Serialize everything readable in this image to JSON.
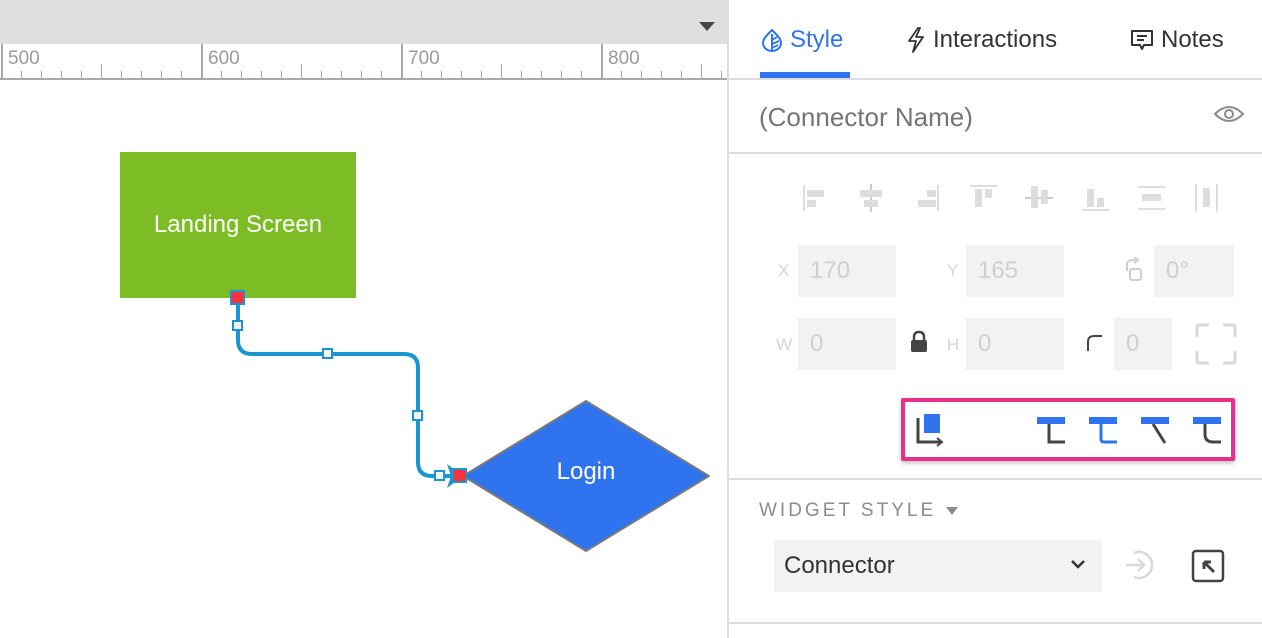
{
  "canvas": {
    "ruler": {
      "labels": [
        "500",
        "600",
        "700",
        "800"
      ]
    },
    "nodes": {
      "landing": {
        "label": "Landing Screen",
        "color": "#7cbd25"
      },
      "login": {
        "label": "Login",
        "color": "#2f73ee"
      }
    },
    "connector": {
      "color": "#1a95d0",
      "endpoint_color": "#f5333f"
    }
  },
  "panel": {
    "tabs": [
      {
        "label": "Style",
        "icon": "style-leaf-icon",
        "active": true
      },
      {
        "label": "Interactions",
        "icon": "lightning-icon",
        "active": false
      },
      {
        "label": "Notes",
        "icon": "comment-icon",
        "active": false
      }
    ],
    "name_placeholder": "(Connector Name)",
    "align_icons": [
      "align-left-icon",
      "align-center-icon",
      "align-right-icon",
      "align-top-icon",
      "align-middle-icon",
      "align-bottom-icon",
      "distribute-horizontal-icon",
      "distribute-vertical-icon"
    ],
    "geometry": {
      "x_label": "X",
      "x_value": "170",
      "y_label": "Y",
      "y_value": "165",
      "rotation_value": "0°",
      "w_label": "W",
      "w_value": "0",
      "h_label": "H",
      "h_value": "0",
      "corner_value": "0"
    },
    "connector_styles": [
      "connector-arrow-style-icon",
      "connector-elbow-icon",
      "connector-rounded-elbow-icon",
      "connector-straight-icon",
      "connector-curved-icon"
    ],
    "accent_color": "#2f73ee",
    "highlight_color": "#e8308a",
    "widget_style": {
      "section_label": "WIDGET STYLE",
      "selected": "Connector"
    }
  }
}
